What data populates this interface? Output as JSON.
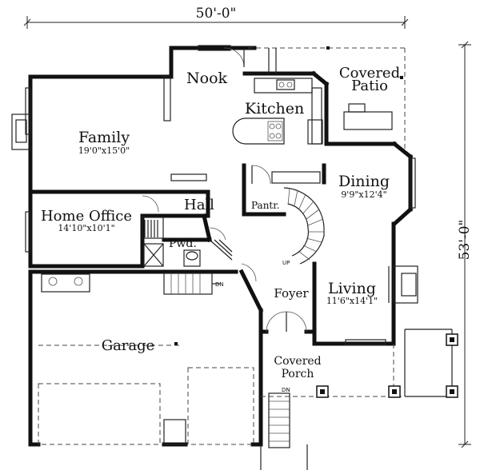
{
  "dimensions": {
    "width": "50'-0\"",
    "depth": "53'-0\""
  },
  "rooms": {
    "nook": {
      "name": "Nook"
    },
    "kitchen": {
      "name": "Kitchen"
    },
    "covered_patio": {
      "line1": "Covered",
      "line2": "Patio"
    },
    "family": {
      "name": "Family",
      "size": "19'0\"x15'0\""
    },
    "dining": {
      "name": "Dining",
      "size": "9'9\"x12'4\""
    },
    "home_office": {
      "name": "Home Office",
      "size": "14'10\"x10'1\""
    },
    "hall": {
      "name": "Hall"
    },
    "pantry": {
      "name": "Pantr."
    },
    "powder": {
      "name": "Pwd."
    },
    "living": {
      "name": "Living",
      "size": "11'6\"x14'1\""
    },
    "foyer": {
      "name": "Foyer"
    },
    "garage": {
      "name": "Garage"
    },
    "covered_porch": {
      "line1": "Covered",
      "line2": "Porch"
    }
  },
  "stair_marks": {
    "up": "UP",
    "dn_hall": "DN",
    "dn_porch": "DN"
  }
}
